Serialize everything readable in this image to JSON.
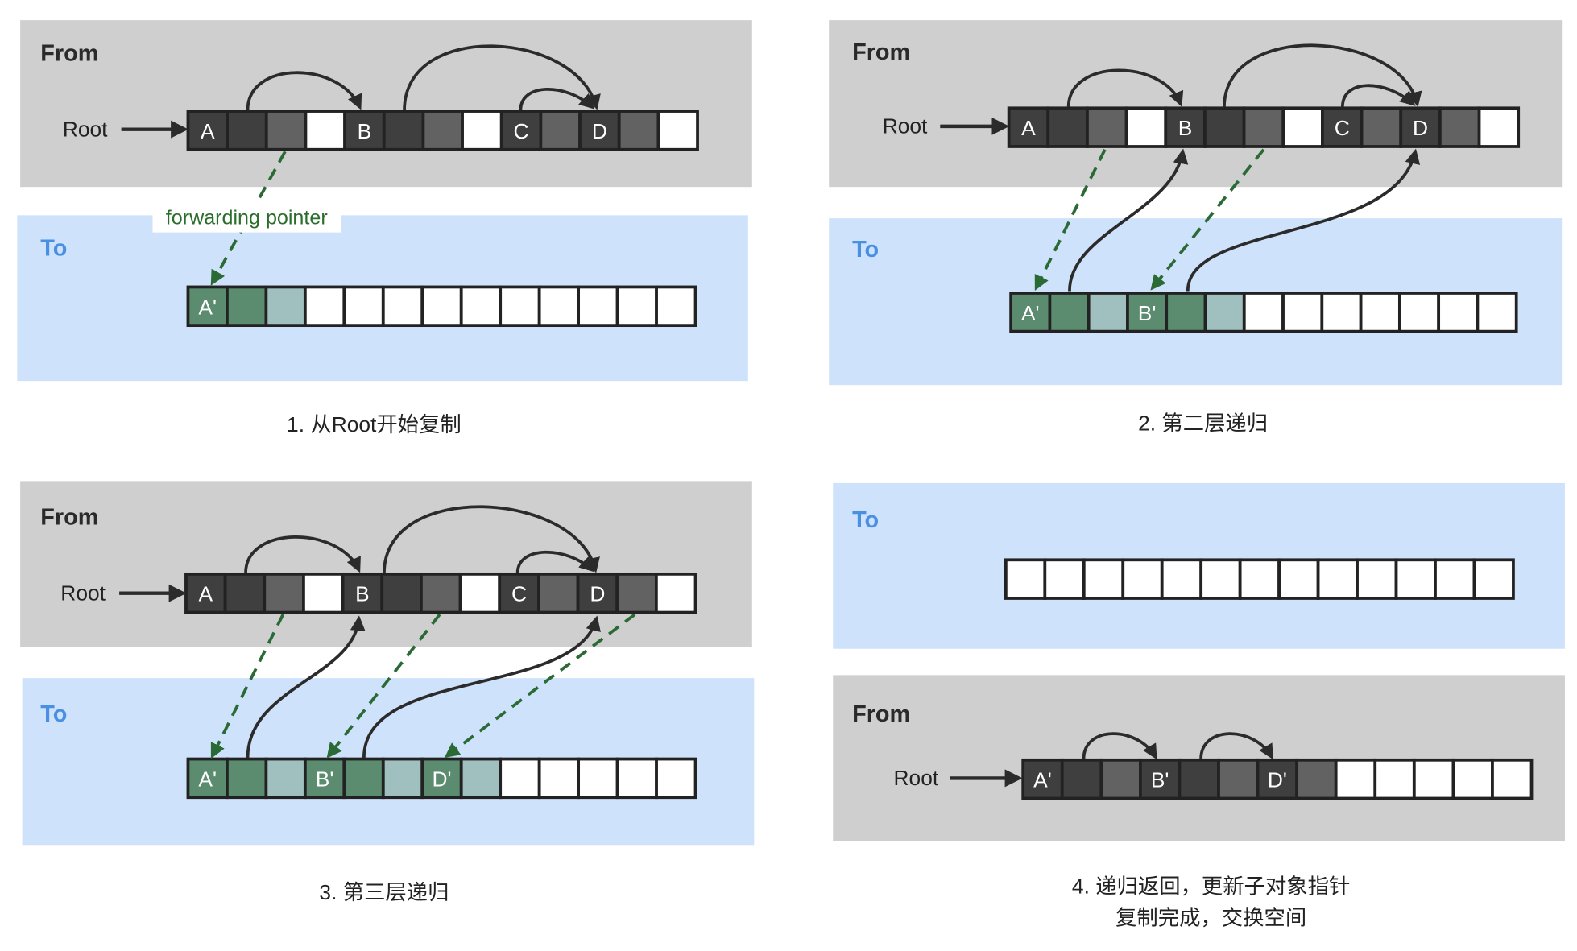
{
  "colors": {
    "from_bg": "#cfcfcf",
    "to_bg": "#cfe2fb",
    "to_title": "#4a90e2",
    "dark": "#3f3f3f",
    "mid": "#626262",
    "white": "#ffffff",
    "green": "#5b8c6f",
    "light": "#a0bfbf",
    "forward": "#2a6a35",
    "arrow": "#2b2b2b"
  },
  "labels": {
    "from": "From",
    "to": "To",
    "root": "Root",
    "forwarding_pointer": "forwarding pointer"
  },
  "panels": [
    {
      "caption": [
        "1. 从Root开始复制"
      ],
      "from_cells": [
        {
          "t": "dark",
          "l": "A"
        },
        {
          "t": "dark"
        },
        {
          "t": "mid"
        },
        {
          "t": "white"
        },
        {
          "t": "dark",
          "l": "B"
        },
        {
          "t": "dark"
        },
        {
          "t": "mid"
        },
        {
          "t": "white"
        },
        {
          "t": "dark",
          "l": "C"
        },
        {
          "t": "mid"
        },
        {
          "t": "dark",
          "l": "D"
        },
        {
          "t": "mid"
        },
        {
          "t": "white"
        }
      ],
      "to_cells": [
        {
          "t": "green",
          "l": "A'"
        },
        {
          "t": "green"
        },
        {
          "t": "light"
        },
        {
          "t": "white"
        },
        {
          "t": "white"
        },
        {
          "t": "white"
        },
        {
          "t": "white"
        },
        {
          "t": "white"
        },
        {
          "t": "white"
        },
        {
          "t": "white"
        },
        {
          "t": "white"
        },
        {
          "t": "white"
        },
        {
          "t": "white"
        }
      ]
    },
    {
      "caption": [
        "2. 第二层递归"
      ],
      "from_cells": [
        {
          "t": "dark",
          "l": "A"
        },
        {
          "t": "dark"
        },
        {
          "t": "mid"
        },
        {
          "t": "white"
        },
        {
          "t": "dark",
          "l": "B"
        },
        {
          "t": "dark"
        },
        {
          "t": "mid"
        },
        {
          "t": "white"
        },
        {
          "t": "dark",
          "l": "C"
        },
        {
          "t": "mid"
        },
        {
          "t": "dark",
          "l": "D"
        },
        {
          "t": "mid"
        },
        {
          "t": "white"
        }
      ],
      "to_cells": [
        {
          "t": "green",
          "l": "A'"
        },
        {
          "t": "green"
        },
        {
          "t": "light"
        },
        {
          "t": "green",
          "l": "B'"
        },
        {
          "t": "green"
        },
        {
          "t": "light"
        },
        {
          "t": "white"
        },
        {
          "t": "white"
        },
        {
          "t": "white"
        },
        {
          "t": "white"
        },
        {
          "t": "white"
        },
        {
          "t": "white"
        },
        {
          "t": "white"
        }
      ]
    },
    {
      "caption": [
        "3. 第三层递归"
      ],
      "from_cells": [
        {
          "t": "dark",
          "l": "A"
        },
        {
          "t": "dark"
        },
        {
          "t": "mid"
        },
        {
          "t": "white"
        },
        {
          "t": "dark",
          "l": "B"
        },
        {
          "t": "dark"
        },
        {
          "t": "mid"
        },
        {
          "t": "white"
        },
        {
          "t": "dark",
          "l": "C"
        },
        {
          "t": "mid"
        },
        {
          "t": "dark",
          "l": "D"
        },
        {
          "t": "mid"
        },
        {
          "t": "white"
        }
      ],
      "to_cells": [
        {
          "t": "green",
          "l": "A'"
        },
        {
          "t": "green"
        },
        {
          "t": "light"
        },
        {
          "t": "green",
          "l": "B'"
        },
        {
          "t": "green"
        },
        {
          "t": "light"
        },
        {
          "t": "green",
          "l": "D'"
        },
        {
          "t": "light"
        },
        {
          "t": "white"
        },
        {
          "t": "white"
        },
        {
          "t": "white"
        },
        {
          "t": "white"
        },
        {
          "t": "white"
        }
      ]
    },
    {
      "caption": [
        "4. 递归返回，更新子对象指针",
        "复制完成，交换空间"
      ],
      "to_cells": [
        {
          "t": "white"
        },
        {
          "t": "white"
        },
        {
          "t": "white"
        },
        {
          "t": "white"
        },
        {
          "t": "white"
        },
        {
          "t": "white"
        },
        {
          "t": "white"
        },
        {
          "t": "white"
        },
        {
          "t": "white"
        },
        {
          "t": "white"
        },
        {
          "t": "white"
        },
        {
          "t": "white"
        },
        {
          "t": "white"
        }
      ],
      "from_cells": [
        {
          "t": "dark",
          "l": "A'"
        },
        {
          "t": "dark"
        },
        {
          "t": "mid"
        },
        {
          "t": "dark",
          "l": "B'"
        },
        {
          "t": "dark"
        },
        {
          "t": "mid"
        },
        {
          "t": "dark",
          "l": "D'"
        },
        {
          "t": "mid"
        },
        {
          "t": "white"
        },
        {
          "t": "white"
        },
        {
          "t": "white"
        },
        {
          "t": "white"
        },
        {
          "t": "white"
        }
      ]
    }
  ]
}
